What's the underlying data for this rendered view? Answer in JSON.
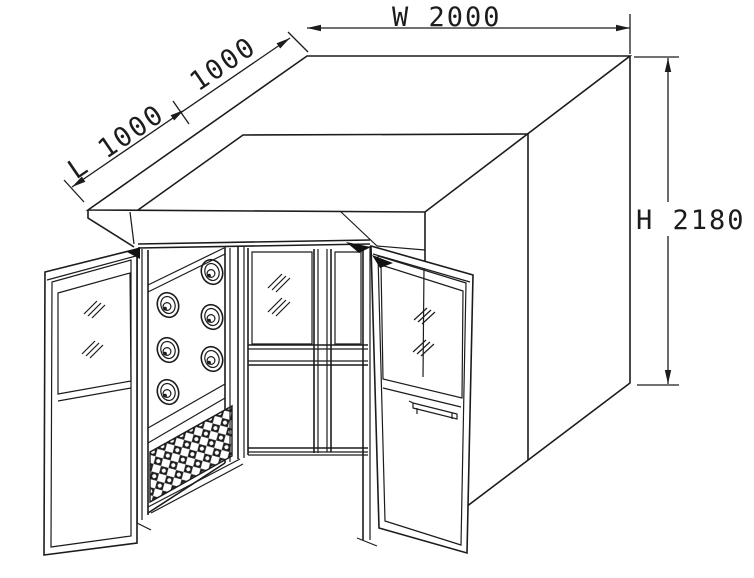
{
  "figure": {
    "type": "technical-line-drawing",
    "subject": "air shower clean-room booth, isometric view, double doors open",
    "background_color": "#ffffff",
    "line_color": "#1c1c1c"
  },
  "dimensions": {
    "width": {
      "label": "W  2000",
      "axis": "W",
      "value": 2000
    },
    "height": {
      "label": "H 2180",
      "axis": "H",
      "value": 2180
    },
    "depth_front": {
      "label": "L 1000",
      "axis": "L",
      "value": 1000
    },
    "depth_back": {
      "label": "1000",
      "axis": "L",
      "value": 1000
    }
  },
  "features": {
    "nozzle_count": 6,
    "door_count": 2,
    "grille_panels": 1
  }
}
